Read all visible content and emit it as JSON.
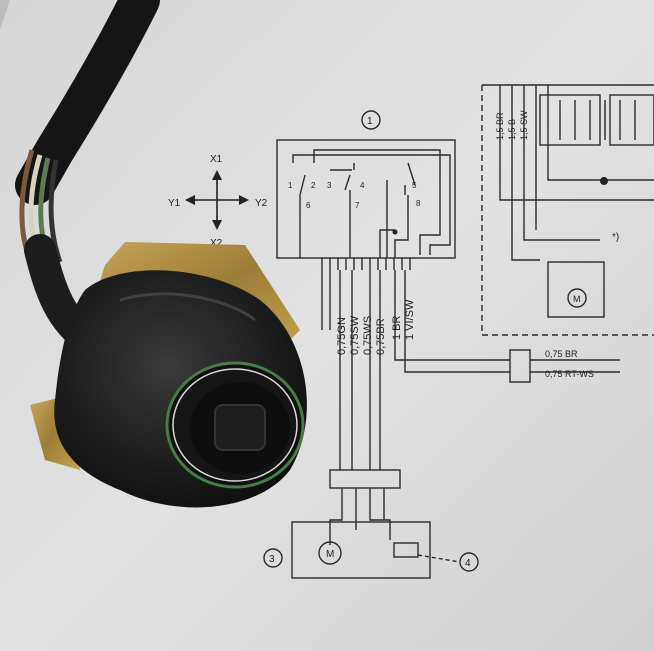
{
  "photo": {
    "subject": "switch-with-wiring-diagram",
    "colors": {
      "paper": "#dcdcdc",
      "ink": "#222222",
      "switch_body": "#1a1a1a",
      "brass_flange": "#b9974a",
      "green_ring": "#4a7a4a"
    }
  },
  "diagram": {
    "callouts": [
      "1",
      "3",
      "4"
    ],
    "axis_labels": {
      "x1": "X1",
      "x2": "X2",
      "y1": "Y1",
      "y2": "Y2"
    },
    "terminal_numbers": [
      "1",
      "2",
      "3",
      "4",
      "5",
      "6",
      "7",
      "8"
    ],
    "wire_labels": [
      "0,75GN",
      "0,75SW",
      "0,75WS",
      "0,75BR",
      "1 BR",
      "1 VI/SW"
    ],
    "right_wire_labels": [
      "0,75 BR",
      "0,75 RT-WS"
    ],
    "top_wire_labels": [
      "1,5 BR",
      "1,5 B",
      "1,5 SW"
    ],
    "motor_symbol": "M",
    "note_mark": "*)"
  }
}
